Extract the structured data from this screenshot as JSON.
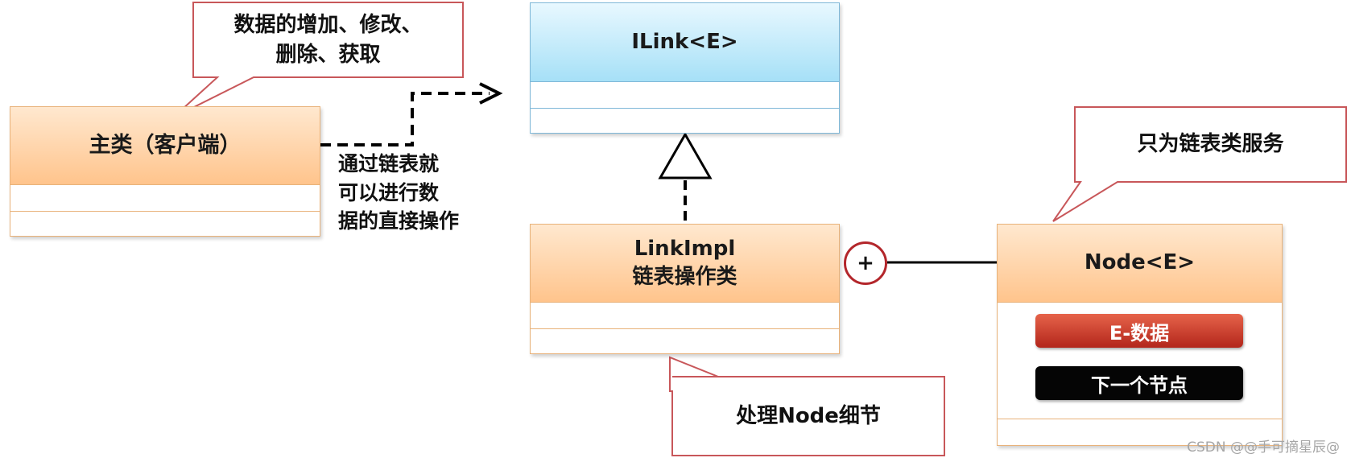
{
  "classes": {
    "ilink": {
      "title": "ILink<E>"
    },
    "main_class": {
      "title": "主类（客户端）"
    },
    "link_impl": {
      "title_lines": [
        "LinkImpl",
        "链表操作类"
      ]
    },
    "node": {
      "title": "Node<E>",
      "fields": {
        "data": "E-数据",
        "next": "下一个节点"
      }
    }
  },
  "notes": {
    "data_ops": {
      "lines": [
        "数据的增加、修改、",
        "删除、获取"
      ]
    },
    "node_service": {
      "text": "只为链表类服务"
    },
    "handle_node": {
      "text": "处理Node细节"
    }
  },
  "dependency_label": {
    "lines": [
      "通过链表就",
      "可以进行数",
      "据的直接操作"
    ]
  },
  "composition_symbol": "+",
  "watermark": "CSDN @@手可摘星辰@",
  "colors": {
    "class_fill": "#ffc48c",
    "class_border": "#e8b27a",
    "interface_fill": "#a6e0f7",
    "interface_border": "#7fb8d8",
    "note_border": "#c8575a",
    "data_pill": "#c8372a",
    "next_pill": "#050505",
    "composition_ring": "#b3262b"
  }
}
